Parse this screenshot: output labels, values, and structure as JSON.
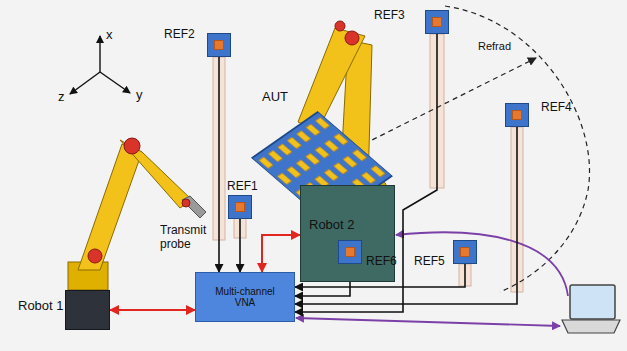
{
  "diagram": {
    "nodes": [
      {
        "text": [
          "REF2"
        ]
      },
      {
        "text": [
          "REF3"
        ]
      },
      {
        "text": [
          "REF4"
        ]
      },
      {
        "text": [
          "REF1"
        ]
      },
      {
        "text": [
          "Robot 2"
        ]
      },
      {
        "text": [
          "REF6"
        ]
      },
      {
        "text": [
          "REF5"
        ]
      },
      {
        "text": [
          "Robot 1"
        ]
      },
      {
        "text": [
          "Multi-channel VNA"
        ]
      }
    ],
    "edges": [
      {
        "from": 0,
        "to": 8,
        "arrow": "to"
      },
      {
        "from": 1,
        "to": 8,
        "arrow": "to"
      },
      {
        "from": 2,
        "to": 8,
        "arrow": "to"
      },
      {
        "from": 3,
        "to": 8,
        "arrow": "to"
      },
      {
        "from": 5,
        "to": 8,
        "arrow": "to"
      },
      {
        "from": 6,
        "to": 8,
        "arrow": "to"
      },
      {
        "from": 7,
        "to": 8,
        "arrow": "both"
      },
      {
        "from": 4,
        "to": 8,
        "arrow": "both"
      }
    ],
    "labels": [
      "x",
      "y",
      "z",
      "AUT",
      "Refrad",
      "Transmit probe"
    ]
  }
}
